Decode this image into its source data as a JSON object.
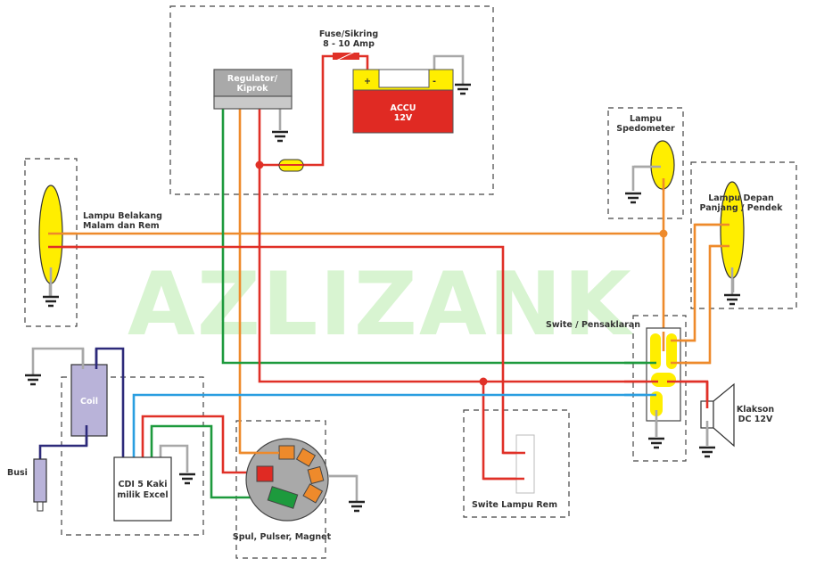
{
  "watermark": "AZLIZANK",
  "components": {
    "fuse_label_line1": "Fuse/Sikring",
    "fuse_label_line2": "8 - 10 Amp",
    "regulator_line1": "Regulator/",
    "regulator_line2": "Kiprok",
    "battery_plus": "+",
    "battery_minus": "-",
    "battery_line1": "ACCU",
    "battery_line2": "12V",
    "rear_lamp_line1": "Lampu Belakang",
    "rear_lamp_line2": "Malam dan Rem",
    "speedo_lamp_line1": "Lampu",
    "speedo_lamp_line2": "Spedometer",
    "head_lamp_line1": "Lampu Depan",
    "head_lamp_line2": "Panjang / Pendek",
    "switch_label": "Swite / Pensaklaran",
    "horn_line1": "Klakson",
    "horn_line2": "DC 12V",
    "coil_label": "Coil",
    "spark_plug_label": "Busi",
    "cdi_line1": "CDI 5 Kaki",
    "cdi_line2": "milik Excel",
    "stator_label": "Spul, Pulser, Magnet",
    "brake_switch_label": "Swite Lampu Rem"
  },
  "colors": {
    "wire_red": "#e03027",
    "wire_orange": "#ee8a2b",
    "wire_green": "#1d9a3d",
    "wire_blue": "#2a9ee0",
    "wire_navy": "#2d2a7a",
    "wire_ground": "#a8a8a8",
    "lamp_yellow": "#ffee00",
    "battery_red": "#e02a23",
    "coil_purple": "#b9b3d9",
    "watermark_green": "#8ee07a"
  }
}
